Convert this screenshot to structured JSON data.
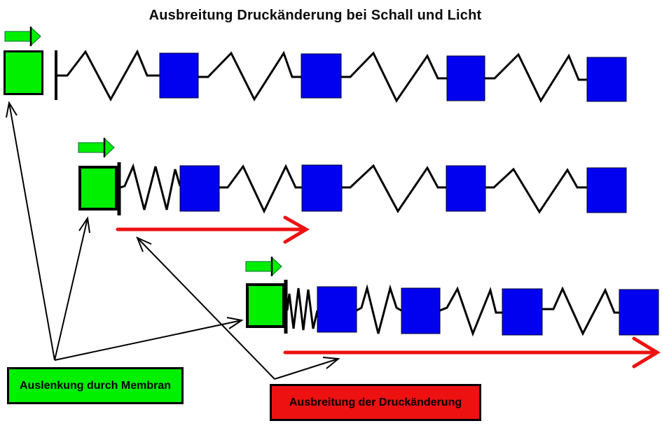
{
  "title": "Ausbreitung Druckänderung bei Schall und Licht",
  "legend": {
    "membrane_label": "Auslenkung durch Membran",
    "pressure_label": "Ausbreitung der Druckänderung"
  },
  "colors": {
    "background": "#ffffff",
    "green": "#00f000",
    "blue": "#0101f0",
    "red": "#ee1111",
    "ink": "#000000"
  },
  "icons": {
    "membrane_motion_arrow": "green-right-arrow",
    "propagation_arrow": "red-right-arrow",
    "annotation_arrow": "thin-black-arrow"
  }
}
